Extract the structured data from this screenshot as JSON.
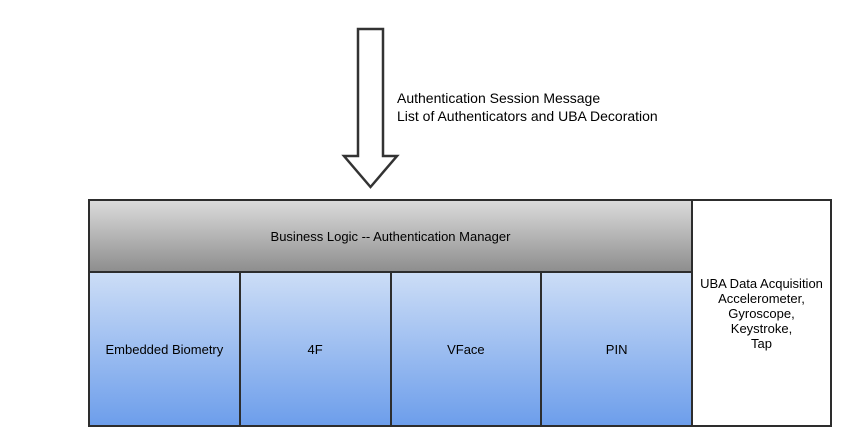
{
  "arrow": {
    "icon": "down-arrow-icon",
    "label_line1": "Authentication Session Message",
    "label_line2": "List of Authenticators and UBA Decoration"
  },
  "diagram": {
    "header": {
      "label": "Business Logic -- Authentication Manager"
    },
    "authenticators": [
      {
        "label": "Embedded Biometry"
      },
      {
        "label": "4F"
      },
      {
        "label": "VFace"
      },
      {
        "label": "PIN"
      }
    ],
    "uba": {
      "lines": [
        "UBA Data Acquisition",
        "Accelerometer,",
        "Gyroscope, Keystroke,",
        "Tap"
      ]
    }
  },
  "colors": {
    "border": "#2d2d2d",
    "header_gradient_top": "#dbdbdb",
    "header_gradient_bottom": "#8e8e8e",
    "auth_gradient_top": "#ccddf6",
    "auth_gradient_bottom": "#6d9eeb",
    "arrow_outline": "#333333",
    "arrow_fill": "#ffffff",
    "text": "#000000"
  }
}
